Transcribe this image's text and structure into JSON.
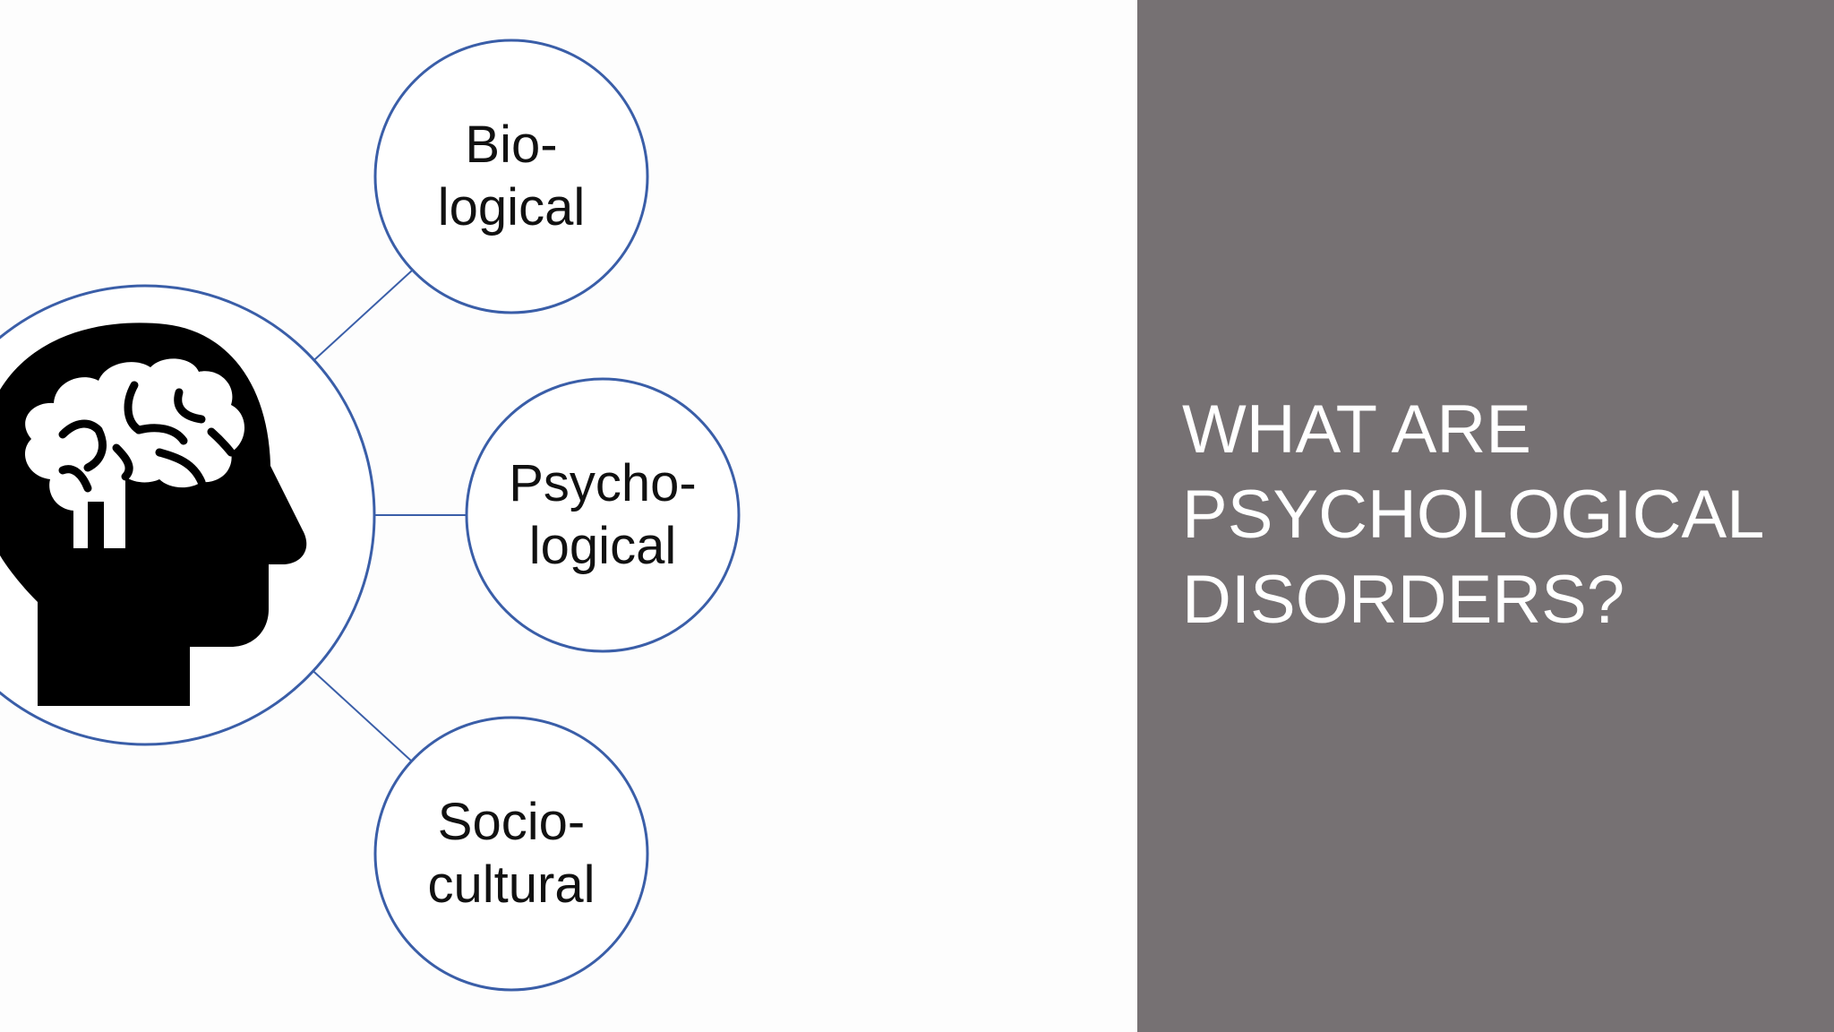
{
  "slide": {
    "title_lines": [
      "WHAT ARE",
      "PSYCHOLOGICAL",
      "DISORDERS?"
    ],
    "panel_color": "#767173"
  },
  "diagram": {
    "center_icon": "head-with-brain-icon",
    "line_color": "#3a5ea8",
    "nodes": [
      {
        "lines": [
          "Bio-",
          "logical"
        ]
      },
      {
        "lines": [
          "Psycho-",
          "logical"
        ]
      },
      {
        "lines": [
          "Socio-",
          "cultural"
        ]
      }
    ]
  }
}
